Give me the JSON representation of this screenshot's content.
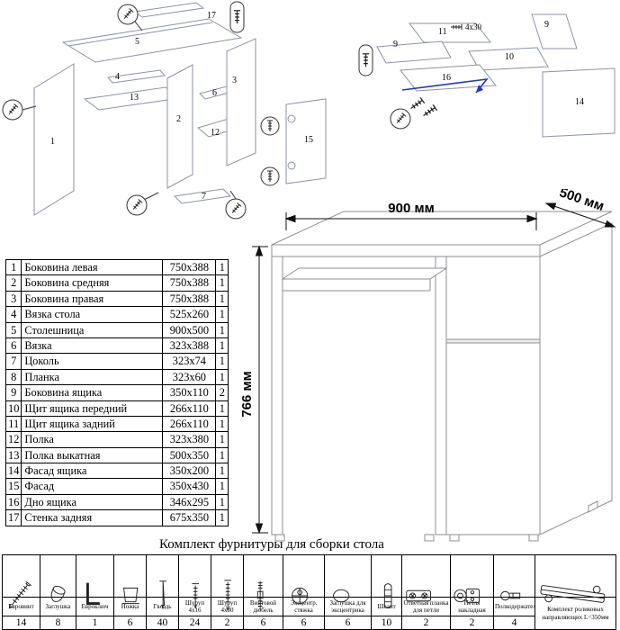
{
  "colors": {
    "panel_line": "#8b93a3",
    "annotation_blue": "#2233cc",
    "ink": "#000000"
  },
  "diagram_left": {
    "labels": [
      "17",
      "5",
      "4",
      "13",
      "2",
      "3",
      "6",
      "12",
      "1",
      "7",
      "15"
    ]
  },
  "diagram_right": {
    "labels": [
      "11",
      "9",
      "9",
      "10",
      "16",
      "14"
    ],
    "note": "4x30"
  },
  "desk": {
    "width_label": "900 мм",
    "depth_label": "500 мм",
    "height_label": "766 мм"
  },
  "parts_table": {
    "rows": [
      {
        "num": "1",
        "name": "Боковина левая",
        "size": "750x388",
        "qty": "1"
      },
      {
        "num": "2",
        "name": "Боковина средняя",
        "size": "750x388",
        "qty": "1"
      },
      {
        "num": "3",
        "name": "Боковина правая",
        "size": "750x388",
        "qty": "1"
      },
      {
        "num": "4",
        "name": "Вязка стола",
        "size": "525x260",
        "qty": "1"
      },
      {
        "num": "5",
        "name": "Столешница",
        "size": "900x500",
        "qty": "1"
      },
      {
        "num": "6",
        "name": "Вязка",
        "size": "323x388",
        "qty": "1"
      },
      {
        "num": "7",
        "name": "Цоколь",
        "size": "323x74",
        "qty": "1"
      },
      {
        "num": "8",
        "name": "Планка",
        "size": "323x60",
        "qty": "1"
      },
      {
        "num": "9",
        "name": "Боковина ящика",
        "size": "350x110",
        "qty": "2"
      },
      {
        "num": "10",
        "name": "Щит ящика передний",
        "size": "266x110",
        "qty": "1"
      },
      {
        "num": "11",
        "name": "Щит ящика задний",
        "size": "266x110",
        "qty": "1"
      },
      {
        "num": "12",
        "name": "Полка",
        "size": "323x380",
        "qty": "1"
      },
      {
        "num": "13",
        "name": "Полка выкатная",
        "size": "500x350",
        "qty": "1"
      },
      {
        "num": "14",
        "name": "Фасад ящика",
        "size": "350x200",
        "qty": "1"
      },
      {
        "num": "15",
        "name": "Фасад",
        "size": "350x430",
        "qty": "1"
      },
      {
        "num": "16",
        "name": "Дно ящика",
        "size": "346x295",
        "qty": "1"
      },
      {
        "num": "17",
        "name": "Стенка задняя",
        "size": "675x350",
        "qty": "1"
      }
    ]
  },
  "hardware": {
    "title": "Комплект фурнитуры для сборки стола",
    "items": [
      {
        "label": "Евровинт",
        "qty": "14",
        "icon": "euro-screw"
      },
      {
        "label": "Заглушка",
        "qty": "8",
        "icon": "cap"
      },
      {
        "label": "Евроключ",
        "qty": "1",
        "icon": "hex-key"
      },
      {
        "label": "Ножка",
        "qty": "6",
        "icon": "foot"
      },
      {
        "label": "Гвоздь",
        "qty": "40",
        "icon": "nail"
      },
      {
        "label": "Шуруп 4x16",
        "qty": "24",
        "icon": "screw-short"
      },
      {
        "label": "Шуруп 4x30",
        "qty": "2",
        "icon": "screw-long"
      },
      {
        "label": "Винтовой дюбель",
        "qty": "6",
        "icon": "dowel-screw"
      },
      {
        "label": "Эксцентр. стяжка",
        "qty": "6",
        "icon": "cam-lock"
      },
      {
        "label": "Заглушка для эксцентрика",
        "qty": "6",
        "icon": "cam-cap"
      },
      {
        "label": "Шкант",
        "qty": "10",
        "icon": "dowel"
      },
      {
        "label": "Ответная планка для петли",
        "qty": "2",
        "icon": "hinge-plate"
      },
      {
        "label": "Петля накладная",
        "qty": "2",
        "icon": "hinge"
      },
      {
        "label": "Полкодержатель",
        "qty": "4",
        "icon": "shelf-pin"
      },
      {
        "label": "Комплект роликовых направляющих L=350мм",
        "qty": null,
        "icon": "drawer-slide"
      }
    ]
  }
}
